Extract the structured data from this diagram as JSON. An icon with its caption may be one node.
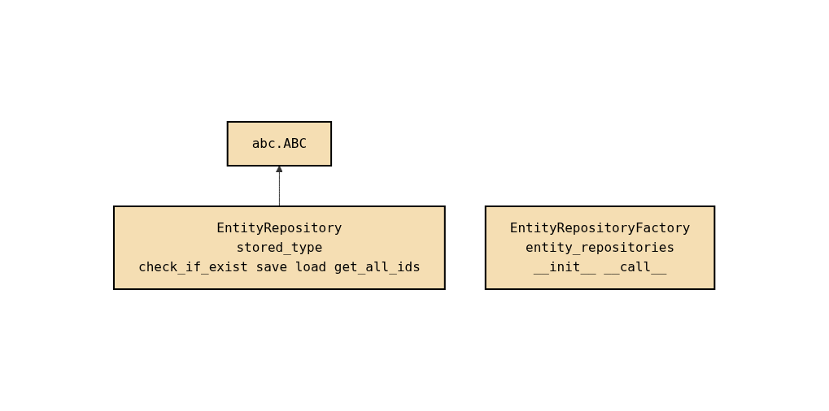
{
  "diagram": {
    "nodes": [
      {
        "text": [
          "abc.ABC"
        ]
      },
      {
        "text": [
          "EntityRepository",
          "stored_type",
          "check_if_exist save load get_all_ids"
        ]
      },
      {
        "text": [
          "EntityRepositoryFactory",
          "entity_repositories",
          "__init__ __call__"
        ]
      }
    ],
    "edges": [
      {
        "from": 1,
        "to": 0,
        "arrow": "to"
      }
    ]
  }
}
